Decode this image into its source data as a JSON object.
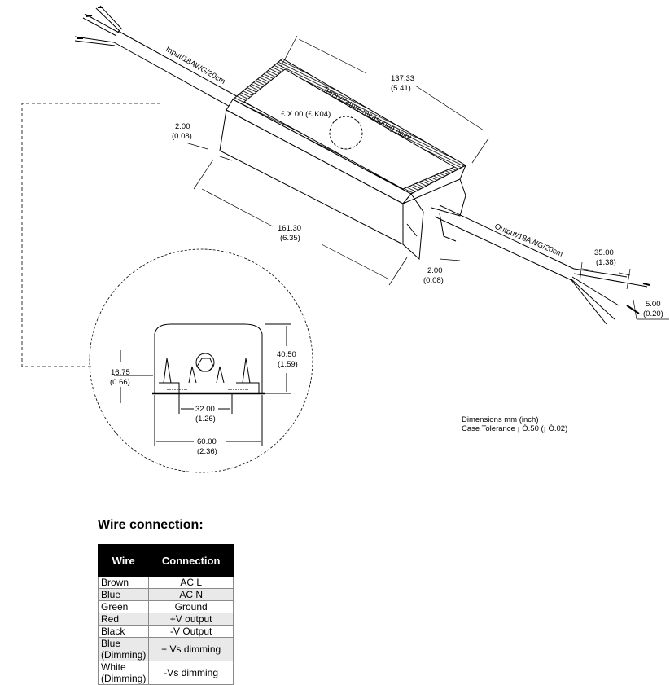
{
  "drawing": {
    "input_cable": "Input/18AWG/20cm",
    "output_cable": "Output/18AWG/20cm",
    "temp_point": "Temperature measuring point",
    "temp_value": "£ X.00 (£ K04)",
    "dims": {
      "length_top": [
        "137.33",
        "(5.41)"
      ],
      "length_body": [
        "161.30",
        "(6.35)"
      ],
      "flange_left": [
        "2.00",
        "(0.08)"
      ],
      "flange_right": [
        "2.00",
        "(0.08)"
      ],
      "strip": [
        "35.00",
        "(1.38)"
      ],
      "strip_end": [
        "5.00",
        "(0.20)"
      ],
      "height": [
        "40.50",
        "(1.59)"
      ],
      "mount_height": [
        "16.75",
        "(0.66)"
      ],
      "hole_spacing": [
        "32.00",
        "(1.26)"
      ],
      "width": [
        "60.00",
        "(2.36)"
      ]
    }
  },
  "notes": {
    "line1": "Dimensions mm (inch)",
    "line2": "Case Tolerance ¡ Ó.50 (¡ Ó.02)"
  },
  "wire_section": {
    "title": "Wire connection:",
    "headers": [
      "Wire",
      "Connection"
    ],
    "rows": [
      {
        "wire": "Brown",
        "connection": "AC L"
      },
      {
        "wire": "Blue",
        "connection": "AC N"
      },
      {
        "wire": "Green",
        "connection": "Ground"
      },
      {
        "wire": "Red",
        "connection": "+V output"
      },
      {
        "wire": "Black",
        "connection": "-V Output"
      },
      {
        "wire": "Blue (Dimming)",
        "connection": "+ Vs dimming"
      },
      {
        "wire": "White (Dimming)",
        "connection": "-Vs dimming"
      }
    ]
  }
}
